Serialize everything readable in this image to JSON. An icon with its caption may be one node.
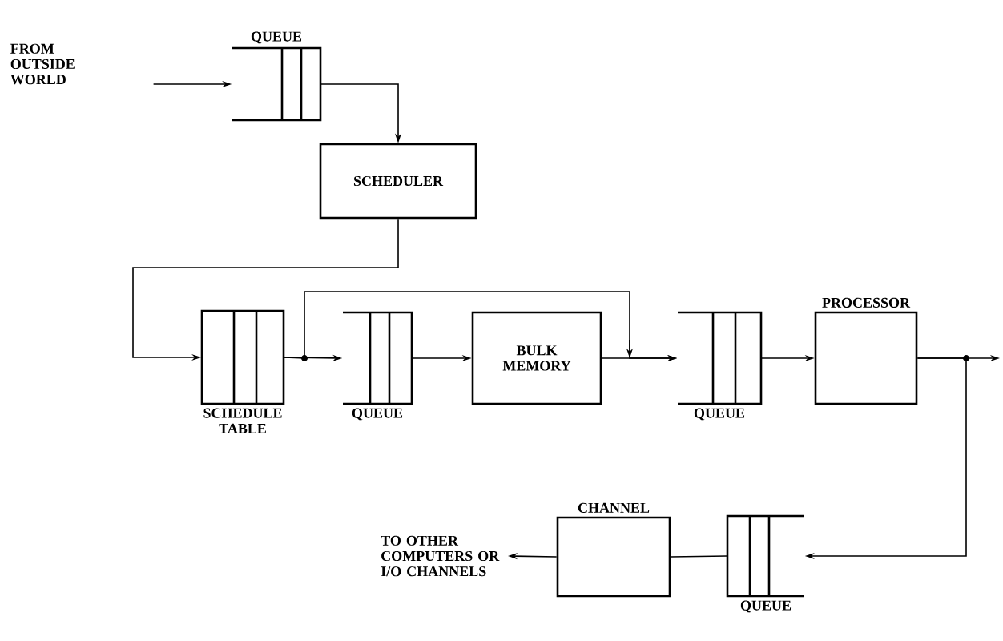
{
  "diagram": {
    "nodes": [
      {
        "text": [
          "FROM OUTSIDE WORLD"
        ]
      },
      {
        "text": [
          "QUEUE"
        ]
      },
      {
        "text": [
          "SCHEDULER"
        ]
      },
      {
        "text": [
          "SCHEDULE TABLE"
        ]
      },
      {
        "text": [
          "QUEUE"
        ]
      },
      {
        "text": [
          "BULK MEMORY"
        ]
      },
      {
        "text": [
          "QUEUE"
        ]
      },
      {
        "text": [
          "PROCESSOR"
        ]
      },
      {
        "text": [
          "QUEUE"
        ]
      },
      {
        "text": [
          "CHANNEL"
        ]
      },
      {
        "text": [
          "TO OTHER COMPUTERS OR I/O CHANNELS"
        ]
      }
    ],
    "edges": [
      {
        "from": 0,
        "to": 1,
        "arrow": "to"
      },
      {
        "from": 1,
        "to": 2,
        "arrow": "to"
      },
      {
        "from": 2,
        "to": 3,
        "arrow": "to"
      },
      {
        "from": 3,
        "to": 4,
        "arrow": "to"
      },
      {
        "from": 3,
        "to": 6,
        "arrow": "to"
      },
      {
        "from": 4,
        "to": 5,
        "arrow": "to"
      },
      {
        "from": 5,
        "to": 6,
        "arrow": "to"
      },
      {
        "from": 6,
        "to": 7,
        "arrow": "to"
      },
      {
        "from": 7,
        "to": null,
        "arrow": "to"
      },
      {
        "from": 7,
        "to": 8,
        "arrow": "to"
      },
      {
        "from": 8,
        "to": 9,
        "arrow": "none"
      },
      {
        "from": 9,
        "to": 10,
        "arrow": "to"
      }
    ]
  }
}
